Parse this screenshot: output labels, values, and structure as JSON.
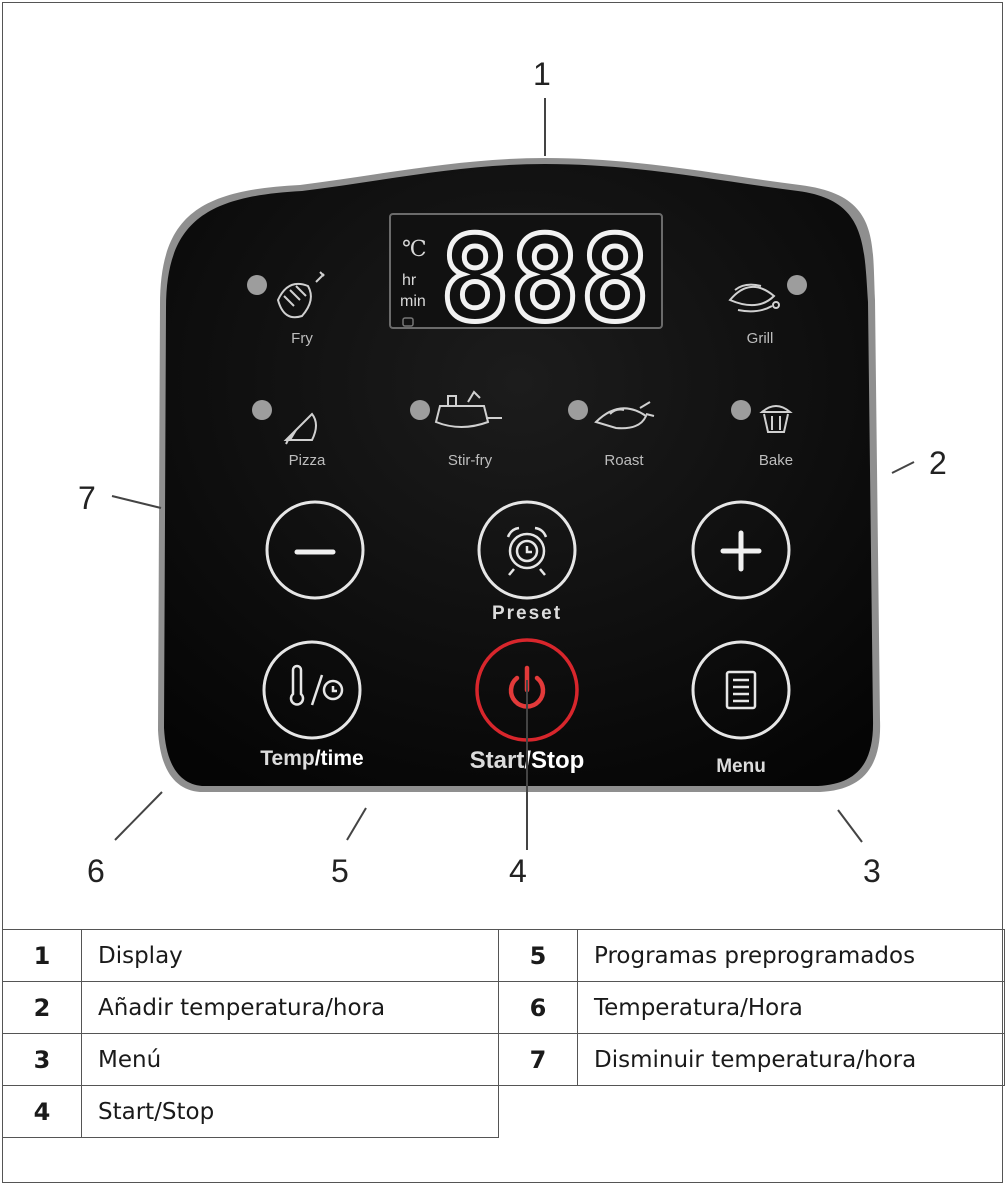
{
  "display": {
    "digits": "888",
    "unit_c": "℃",
    "unit_hr": "hr",
    "unit_min": "min"
  },
  "modes": [
    {
      "id": "fry",
      "label": "Fry",
      "icon": "fry-icon"
    },
    {
      "id": "grill",
      "label": "Grill",
      "icon": "grill-icon"
    },
    {
      "id": "pizza",
      "label": "Pizza",
      "icon": "pizza-icon"
    },
    {
      "id": "stir-fry",
      "label": "Stir-fry",
      "icon": "stir-fry-icon"
    },
    {
      "id": "roast",
      "label": "Roast",
      "icon": "roast-icon"
    },
    {
      "id": "bake",
      "label": "Bake",
      "icon": "bake-icon"
    }
  ],
  "buttons": {
    "minus": {
      "icon": "minus-icon"
    },
    "preset": {
      "label": "Preset",
      "icon": "alarm-clock-icon"
    },
    "plus": {
      "icon": "plus-icon"
    },
    "temp_time": {
      "label_a": "Temp",
      "label_b": "/time",
      "icon": "thermometer-clock-icon"
    },
    "start_stop": {
      "label_a": "Start",
      "label_b": "/Stop",
      "icon": "power-icon"
    },
    "menu": {
      "label": "Menu",
      "icon": "menu-list-icon"
    }
  },
  "callouts": [
    "1",
    "2",
    "3",
    "4",
    "5",
    "6",
    "7"
  ],
  "colors": {
    "panel": "#0b0b0b",
    "panel_rim": "#9a9a9a",
    "power_ring": "#d8262c",
    "led": "#9d9d9d",
    "text_light": "#e8e8e8"
  },
  "legend": [
    {
      "num": "1",
      "text": "Display",
      "num2": "5",
      "text2": "Programas preprogramados"
    },
    {
      "num": "2",
      "text": "Añadir temperatura/hora",
      "num2": "6",
      "text2": "Temperatura/Hora"
    },
    {
      "num": "3",
      "text": "Menú",
      "num2": "7",
      "text2": "Disminuir temperatura/hora"
    },
    {
      "num": "4",
      "text": "Start/Stop",
      "num2": "",
      "text2": ""
    }
  ]
}
